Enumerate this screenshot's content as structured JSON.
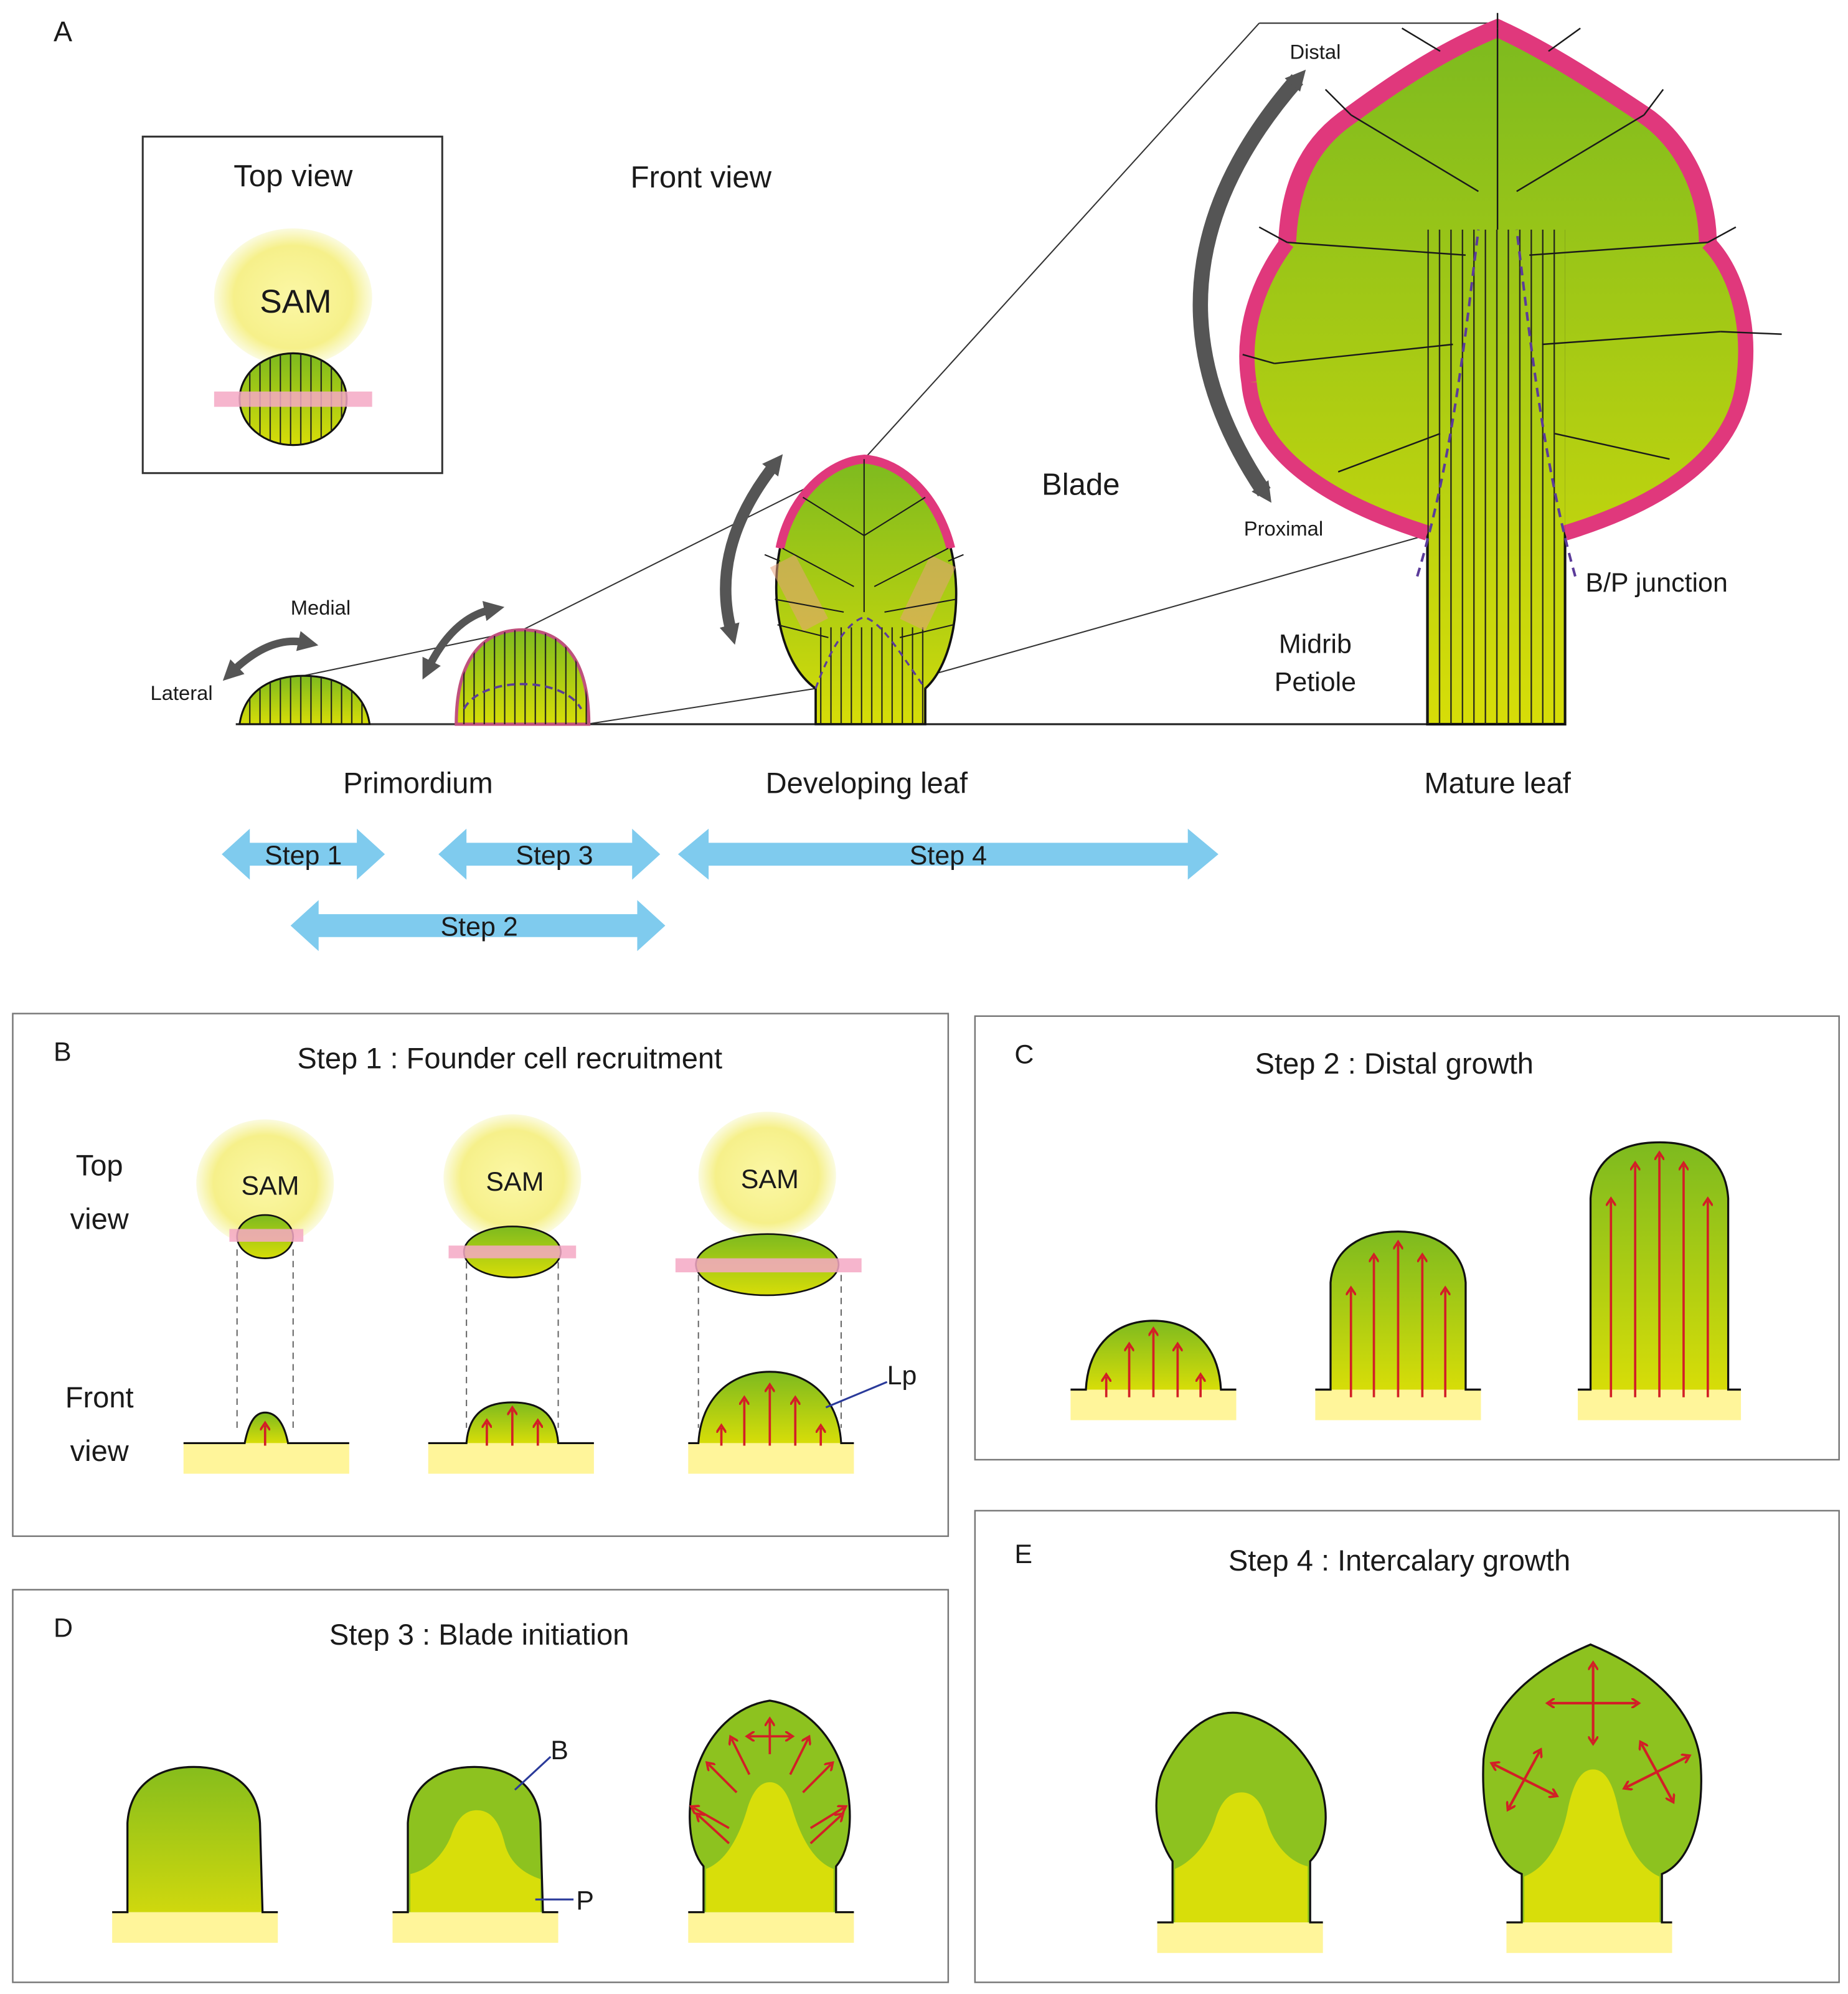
{
  "panel_a": {
    "letter": "A",
    "top_view_title": "Top view",
    "front_view_title": "Front view",
    "sam": "SAM",
    "medial": "Medial",
    "lateral": "Lateral",
    "distal": "Distal",
    "proximal": "Proximal",
    "blade": "Blade",
    "bp_junction": "B/P junction",
    "midrib": "Midrib",
    "petiole": "Petiole",
    "stage_primordium": "Primordium",
    "stage_developing": "Developing leaf",
    "stage_mature": "Mature leaf",
    "step1": "Step 1",
    "step2": "Step 2",
    "step3": "Step 3",
    "step4": "Step 4"
  },
  "panel_b": {
    "letter": "B",
    "title": "Step 1 : Founder cell recruitment",
    "top_1": "Top",
    "top_2": "view",
    "front_1": "Front",
    "front_2": "view",
    "sam": "SAM",
    "lp": "Lp"
  },
  "panel_c": {
    "letter": "C",
    "title": "Step 2 : Distal growth"
  },
  "panel_d": {
    "letter": "D",
    "title": "Step 3 : Blade initiation",
    "b": "B",
    "p": "P"
  },
  "panel_e": {
    "letter": "E",
    "title": "Step 4 : Intercalary growth"
  },
  "colors": {
    "leaf_green": "#8dc21f",
    "leaf_yellow": "#d8de0a",
    "base_yellow": "#fff59a",
    "sam_yellow": "#f6f08a",
    "margin_pink": "#e0387c",
    "step_arrow_blue": "#7fcbee",
    "growth_arrow_red": "#d21f26",
    "junction_purple": "#5b3b9a",
    "curved_arrow_gray": "#555555"
  }
}
